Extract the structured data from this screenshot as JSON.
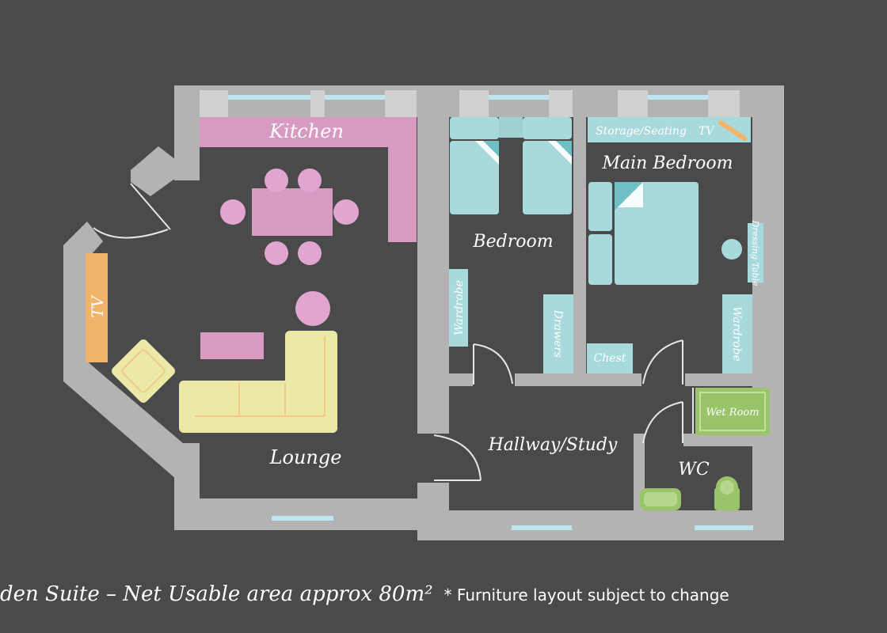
{
  "rooms": {
    "kitchen": "Kitchen",
    "lounge": "Lounge",
    "bedroom": "Bedroom",
    "main_bedroom": "Main Bedroom",
    "hallway": "Hallway/Study",
    "wc": "WC",
    "wet_room": "Wet Room"
  },
  "furniture": {
    "tv_lounge": "TV",
    "storage_seating": "Storage/Seating",
    "tv_main": "TV",
    "wardrobe_bedroom": "Wardrobe",
    "drawers": "Drawers",
    "chest": "Chest",
    "wardrobe_main": "Wardrobe",
    "dressing_table": "Dressing Table"
  },
  "caption": {
    "text": "den Suite – Net Usable area approx 80m²",
    "note": "* Furniture layout subject to change"
  },
  "colors": {
    "background": "#4a4a4a",
    "wall": "#b3b3b3",
    "kitchen": "#d89ac3",
    "bedroom_furniture": "#a8d9dc",
    "sofa": "#ece9a6",
    "tv_lounge": "#f0b46b",
    "bathroom": "#9ac46a",
    "window": "#bfe6ee"
  }
}
